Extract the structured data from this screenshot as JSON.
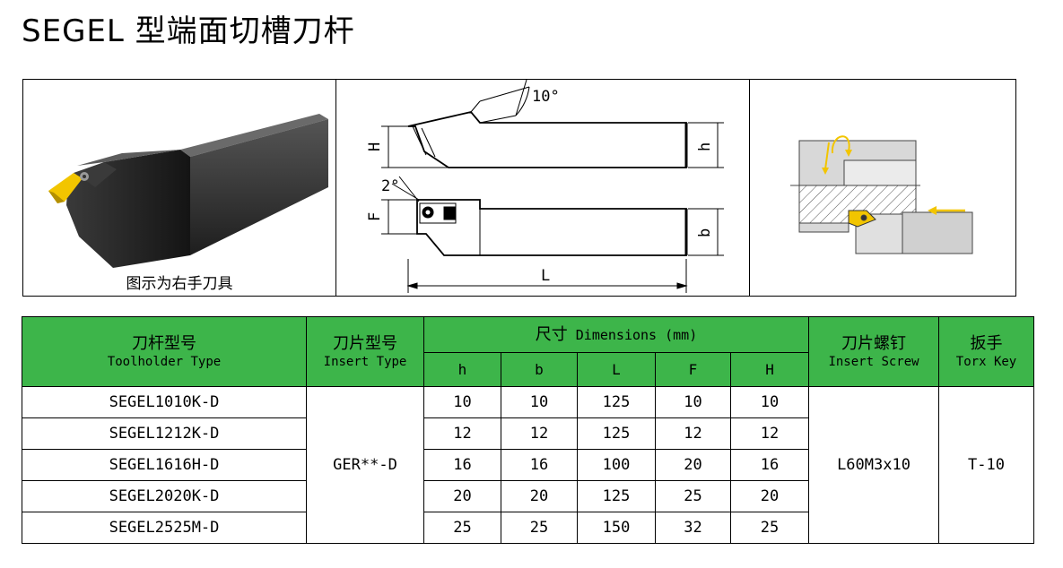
{
  "title": "SEGEL 型端面切槽刀杆",
  "panel1": {
    "caption": "图示为右手刀具"
  },
  "panel2": {
    "angle_top": "10°",
    "angle_side": "2°",
    "dim_H": "H",
    "dim_h": "h",
    "dim_F": "F",
    "dim_b": "b",
    "dim_L": "L"
  },
  "table": {
    "headers": {
      "toolholder_zh": "刀杆型号",
      "toolholder_en": "Toolholder Type",
      "insert_zh": "刀片型号",
      "insert_en": "Insert Type",
      "dims_zh": "尺寸",
      "dims_en": "Dimensions (mm)",
      "screw_zh": "刀片螺钉",
      "screw_en": "Insert Screw",
      "key_zh": "扳手",
      "key_en": "Torx Key",
      "sub": [
        "h",
        "b",
        "L",
        "F",
        "H"
      ]
    },
    "rows": [
      {
        "model": "SEGEL1010K-D",
        "h": "10",
        "b": "10",
        "L": "125",
        "F": "10",
        "H": "10"
      },
      {
        "model": "SEGEL1212K-D",
        "h": "12",
        "b": "12",
        "L": "125",
        "F": "12",
        "H": "12"
      },
      {
        "model": "SEGEL1616H-D",
        "h": "16",
        "b": "16",
        "L": "100",
        "F": "20",
        "H": "16"
      },
      {
        "model": "SEGEL2020K-D",
        "h": "20",
        "b": "20",
        "L": "125",
        "F": "25",
        "H": "20"
      },
      {
        "model": "SEGEL2525M-D",
        "h": "25",
        "b": "25",
        "L": "150",
        "F": "32",
        "H": "25"
      }
    ],
    "insert_type": "GER**-D",
    "insert_screw": "L60M3x10",
    "torx_key": "T-10"
  },
  "colors": {
    "header_green": "#3db54a",
    "tool_dark": "#2b2b2b",
    "insert_yellow": "#f2c500"
  }
}
